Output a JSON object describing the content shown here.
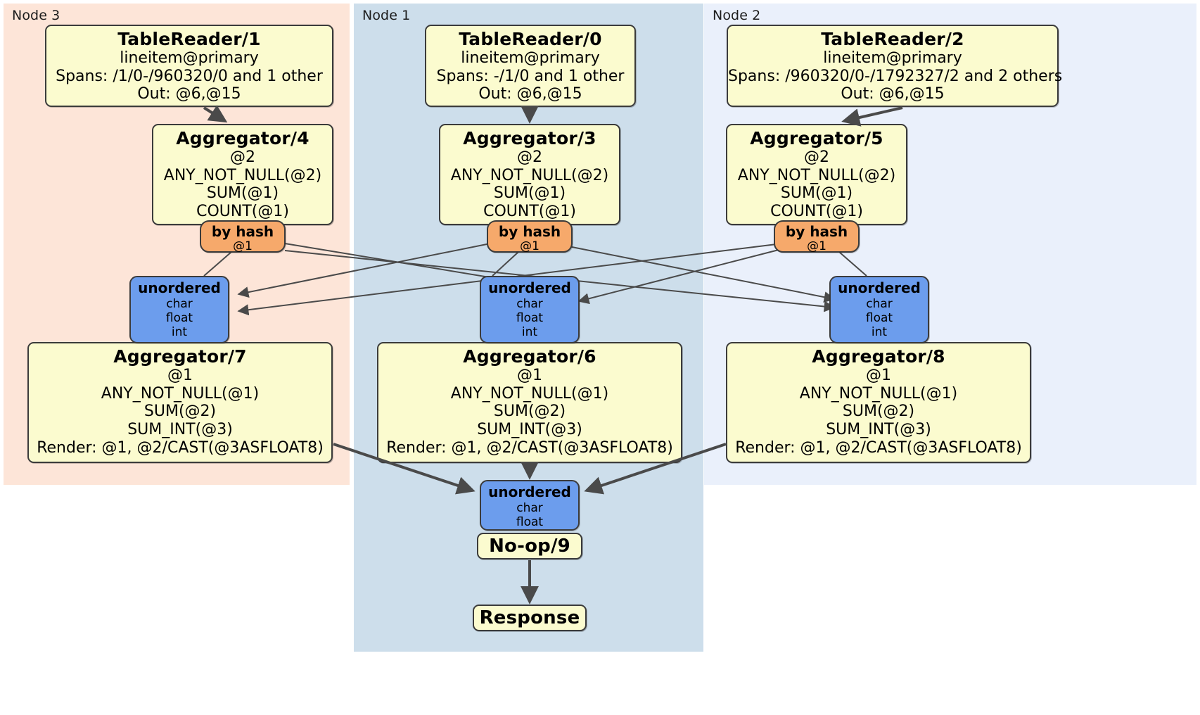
{
  "diagram": {
    "title": "Distributed SQL physical plan",
    "type": "dataflow-graph",
    "colors": {
      "panel_node3": "#fde5d8",
      "panel_node1": "#cddeeb",
      "panel_node2": "#eaf0fb",
      "processor_fill": "#fbfbcf",
      "router_fill": "#f6a96b",
      "synchronizer_fill": "#6c9ded",
      "stroke": "#3b3b3b",
      "background": "#ffffff"
    }
  },
  "panels": [
    {
      "id": "node3",
      "label": "Node 3"
    },
    {
      "id": "node1",
      "label": "Node 1"
    },
    {
      "id": "node2",
      "label": "Node 2"
    }
  ],
  "processors": {
    "tablereader1": {
      "title": "TableReader/1",
      "lines": [
        "lineitem@primary",
        "Spans: /1/0-/960320/0 and 1 other",
        "Out: @6,@15"
      ]
    },
    "tablereader0": {
      "title": "TableReader/0",
      "lines": [
        "lineitem@primary",
        "Spans: -/1/0 and 1 other",
        "Out: @6,@15"
      ]
    },
    "tablereader2": {
      "title": "TableReader/2",
      "lines": [
        "lineitem@primary",
        "Spans: /960320/0-/1792327/2 and 2 others",
        "Out: @6,@15"
      ]
    },
    "aggregator4": {
      "title": "Aggregator/4",
      "lines": [
        "@2",
        "ANY_NOT_NULL(@2)",
        "SUM(@1)",
        "COUNT(@1)"
      ]
    },
    "aggregator3": {
      "title": "Aggregator/3",
      "lines": [
        "@2",
        "ANY_NOT_NULL(@2)",
        "SUM(@1)",
        "COUNT(@1)"
      ]
    },
    "aggregator5": {
      "title": "Aggregator/5",
      "lines": [
        "@2",
        "ANY_NOT_NULL(@2)",
        "SUM(@1)",
        "COUNT(@1)"
      ]
    },
    "aggregator7": {
      "title": "Aggregator/7",
      "lines": [
        "@1",
        "ANY_NOT_NULL(@1)",
        "SUM(@2)",
        "SUM_INT(@3)",
        "Render: @1, @2/CAST(@3ASFLOAT8)"
      ]
    },
    "aggregator6": {
      "title": "Aggregator/6",
      "lines": [
        "@1",
        "ANY_NOT_NULL(@1)",
        "SUM(@2)",
        "SUM_INT(@3)",
        "Render: @1, @2/CAST(@3ASFLOAT8)"
      ]
    },
    "aggregator8": {
      "title": "Aggregator/8",
      "lines": [
        "@1",
        "ANY_NOT_NULL(@1)",
        "SUM(@2)",
        "SUM_INT(@3)",
        "Render: @1, @2/CAST(@3ASFLOAT8)"
      ]
    },
    "noop9": {
      "title": "No-op/9",
      "lines": []
    },
    "response": {
      "title": "Response",
      "lines": []
    }
  },
  "routers": {
    "byhash_node3": {
      "title": "by hash",
      "sub": "@1"
    },
    "byhash_node1": {
      "title": "by hash",
      "sub": "@1"
    },
    "byhash_node2": {
      "title": "by hash",
      "sub": "@1"
    }
  },
  "synchronizers": {
    "unordered_node3": {
      "title": "unordered",
      "types": [
        "char",
        "float",
        "int"
      ]
    },
    "unordered_node1": {
      "title": "unordered",
      "types": [
        "char",
        "float",
        "int"
      ]
    },
    "unordered_node2": {
      "title": "unordered",
      "types": [
        "char",
        "float",
        "int"
      ]
    },
    "unordered_final": {
      "title": "unordered",
      "types": [
        "char",
        "float"
      ]
    }
  }
}
